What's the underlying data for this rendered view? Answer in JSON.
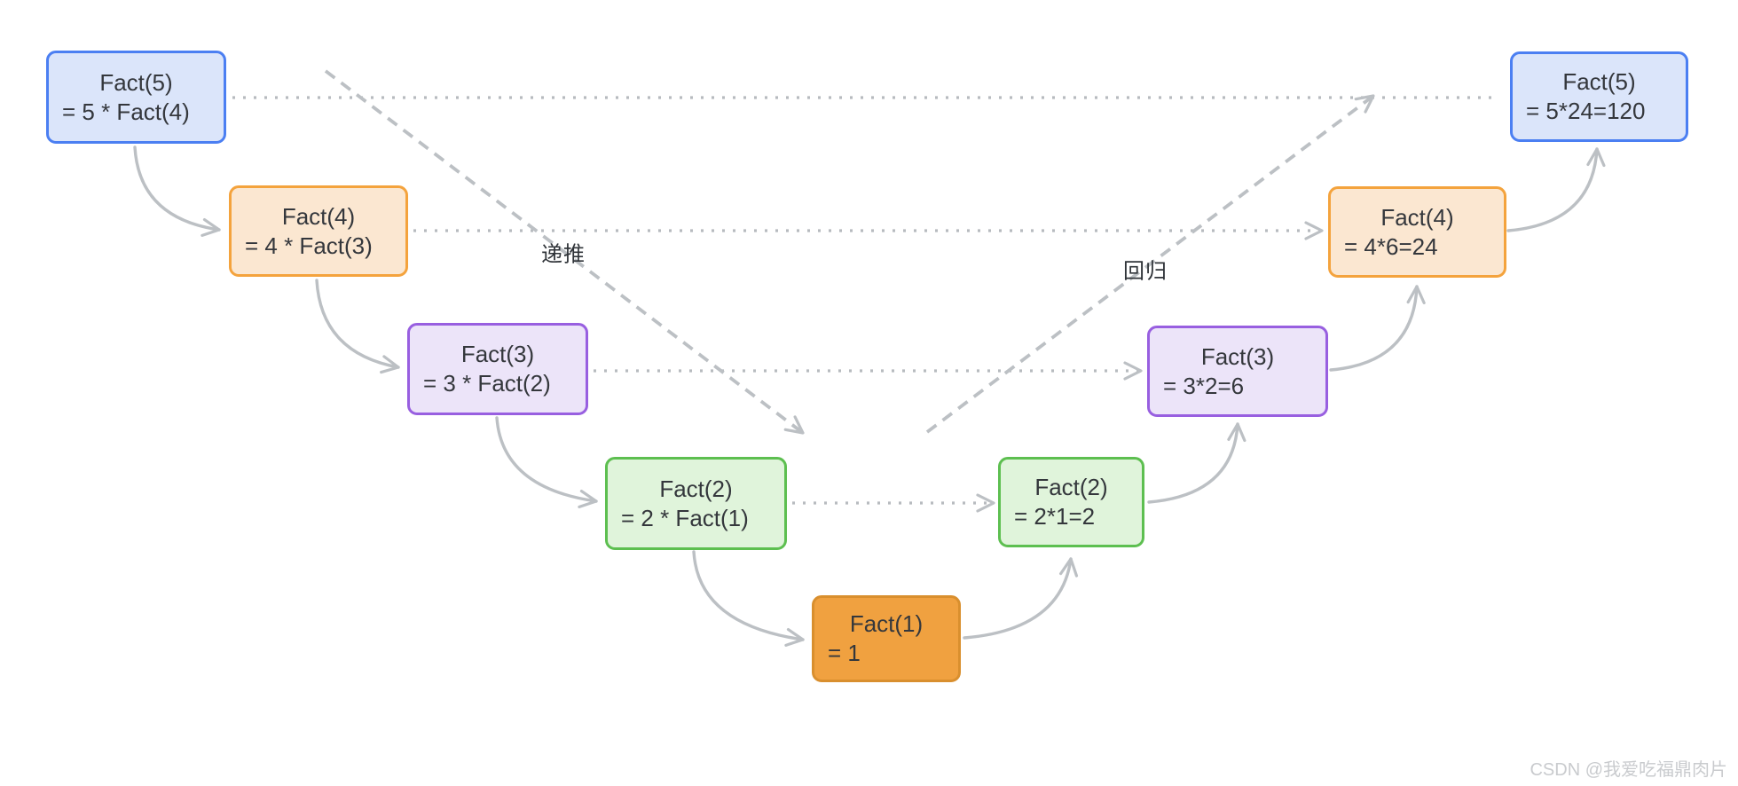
{
  "labels": {
    "recursion": "递推",
    "return": "回归"
  },
  "watermark": "CSDN @我爱吃福鼎肉片",
  "colors": {
    "blue_border": "#4b7ff2",
    "blue_fill": "#dbe5fa",
    "orange_border": "#f4a33d",
    "orange_fill": "#fbe7d1",
    "purple_border": "#985fe0",
    "purple_fill": "#ece4f9",
    "green_border": "#5dbf50",
    "green_fill": "#e0f4db",
    "base_border": "#d98f2e",
    "base_fill": "#f0a140"
  },
  "nodes": [
    {
      "id": "fact5-call",
      "line1": "Fact(5)",
      "line2": "= 5 * Fact(4)",
      "color": "blue"
    },
    {
      "id": "fact4-call",
      "line1": "Fact(4)",
      "line2": "= 4 * Fact(3)",
      "color": "orange"
    },
    {
      "id": "fact3-call",
      "line1": "Fact(3)",
      "line2": "= 3 * Fact(2)",
      "color": "purple"
    },
    {
      "id": "fact2-call",
      "line1": "Fact(2)",
      "line2": "= 2 * Fact(1)",
      "color": "green"
    },
    {
      "id": "fact1-base",
      "line1": "Fact(1)",
      "line2": "= 1",
      "color": "solid-orange"
    },
    {
      "id": "fact2-return",
      "line1": "Fact(2)",
      "line2": "= 2*1=2",
      "color": "green"
    },
    {
      "id": "fact3-return",
      "line1": "Fact(3)",
      "line2": "= 3*2=6",
      "color": "purple"
    },
    {
      "id": "fact4-return",
      "line1": "Fact(4)",
      "line2": "= 4*6=24",
      "color": "orange"
    },
    {
      "id": "fact5-return",
      "line1": "Fact(5)",
      "line2": "= 5*24=120",
      "color": "blue"
    }
  ]
}
